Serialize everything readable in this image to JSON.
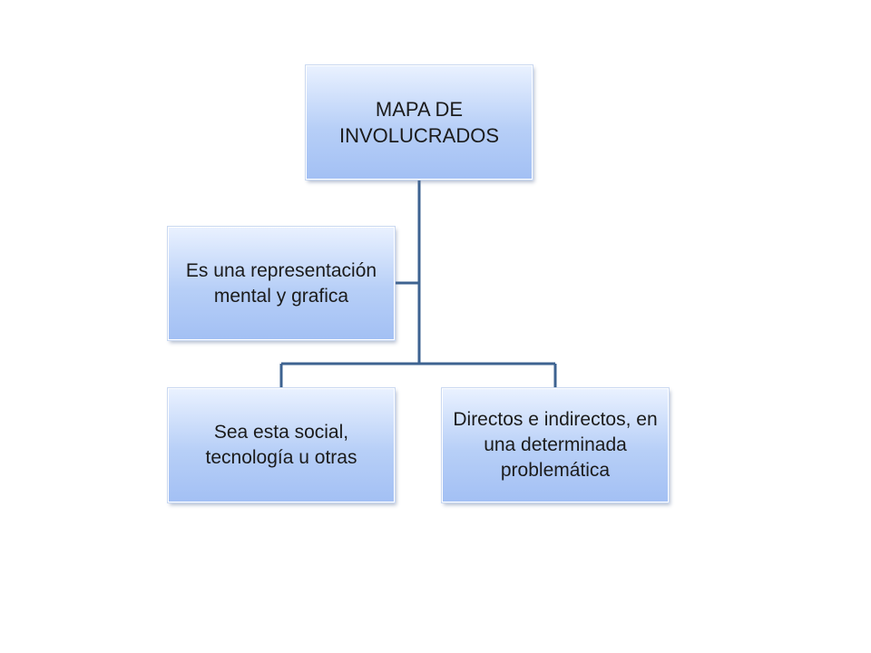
{
  "diagram": {
    "colors": {
      "connector": "#3e6391",
      "node_top": "#e9f1ff",
      "node_bottom": "#a3c0f4"
    },
    "root": {
      "label": "MAPA DE INVOLUCRADOS"
    },
    "assistant": {
      "label": "Es una representación mental y grafica"
    },
    "children": [
      {
        "label": "Sea esta social, tecnología u otras"
      },
      {
        "label": "Directos e indirectos, en una determinada problemática"
      }
    ]
  }
}
